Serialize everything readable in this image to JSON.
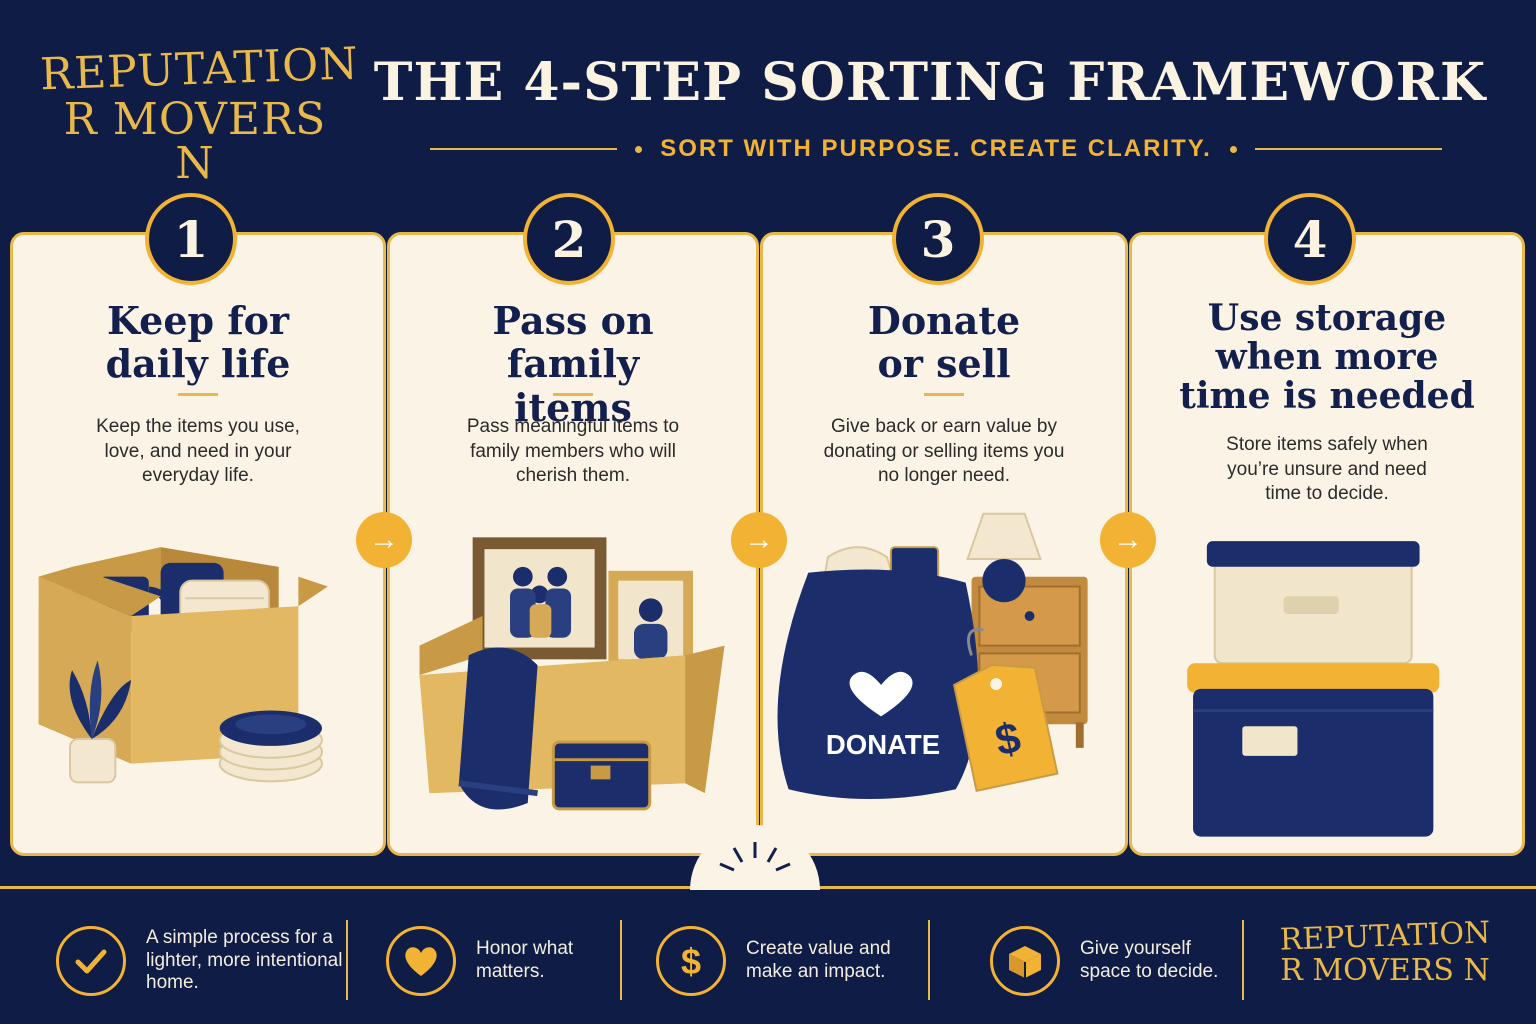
{
  "brand": {
    "logo_line1": "REPUTATION",
    "logo_line2": "R MOVERS N"
  },
  "header": {
    "title": "THE 4-STEP SORTING FRAMEWORK",
    "subtitle": "SORT WITH PURPOSE. CREATE CLARITY."
  },
  "colors": {
    "navy": "#0f1c45",
    "gold": "#f2b233",
    "cream": "#fbf4e6"
  },
  "steps": [
    {
      "number": "1",
      "title": "Keep for daily life",
      "description": "Keep the items you use, love, and need in your everyday life.",
      "icon": "moving-box-icon"
    },
    {
      "number": "2",
      "title": "Pass on family items",
      "description": "Pass meaningful items to family members who will cherish them.",
      "icon": "family-photo-icon"
    },
    {
      "number": "3",
      "title": "Donate or sell",
      "description": "Give back or earn value by donating or selling items you no longer need.",
      "icon": "donate-bag-icon",
      "bag_label": "DONATE",
      "tag_symbol": "$"
    },
    {
      "number": "4",
      "title": "Use storage when more time is needed",
      "description": "Store items safely when you’re unsure and need time to decide.",
      "icon": "storage-bins-icon"
    }
  ],
  "arrow_glyph": "→",
  "features": [
    {
      "icon": "checkmark-icon",
      "text": "A simple process for a lighter, more intentional home."
    },
    {
      "icon": "heart-icon",
      "text": "Honor what matters."
    },
    {
      "icon": "dollar-icon",
      "text": "Create value and make an impact."
    },
    {
      "icon": "box-icon",
      "text": "Give yourself space to decide."
    }
  ]
}
